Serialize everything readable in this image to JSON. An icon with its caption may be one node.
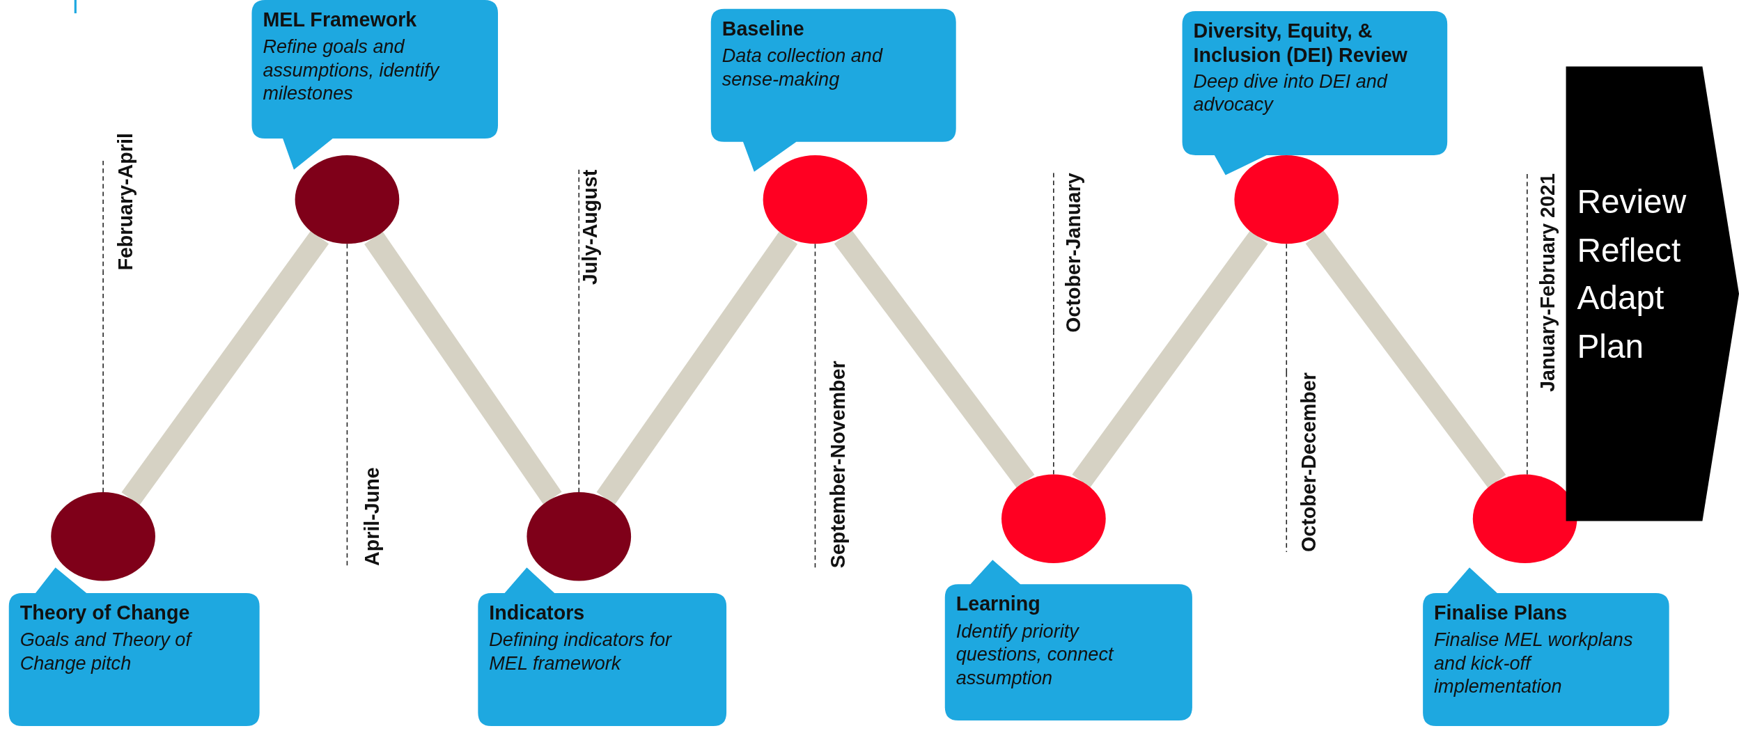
{
  "diagram": {
    "nodes": [
      {
        "text": [],
        "shape": "circle"
      },
      {
        "text": [],
        "shape": "circle"
      },
      {
        "text": [],
        "shape": "circle"
      },
      {
        "text": [],
        "shape": "circle"
      },
      {
        "text": [],
        "shape": "circle"
      },
      {
        "text": [],
        "shape": "circle"
      },
      {
        "text": [],
        "shape": "circle"
      },
      {
        "text": [
          "Theory of Change",
          "Goals and Theory of Change pitch"
        ]
      },
      {
        "text": [
          "MEL Framework",
          "Refine goals and assumptions, identify milestones"
        ]
      },
      {
        "text": [
          "Indicators",
          "Defining indicators for MEL framework"
        ]
      },
      {
        "text": [
          "Baseline",
          "Data collection and sense-making"
        ]
      },
      {
        "text": [
          "Learning",
          "Identify priority questions, connect assumption"
        ]
      },
      {
        "text": [
          "Diversity, Equity, & Inclusion (DEI) Review",
          "Deep dive into DEI and advocacy"
        ]
      },
      {
        "text": [
          "Finalise Plans",
          "Finalise MEL workplans and kick-off implementation"
        ]
      },
      {
        "text": [
          "Review Reflect Adapt Plan"
        ]
      },
      {
        "text": [
          "February-April"
        ]
      },
      {
        "text": [
          "April-June"
        ]
      },
      {
        "text": [
          "July-August"
        ]
      },
      {
        "text": [
          "September-November"
        ]
      },
      {
        "text": [
          "October-January"
        ]
      },
      {
        "text": [
          "October-December"
        ]
      },
      {
        "text": [
          "January-February 2021"
        ]
      }
    ],
    "edges": [
      {
        "from": 0,
        "to": 1,
        "arrow": "none",
        "style": "thick",
        "color": "#d6d2c4"
      },
      {
        "from": 1,
        "to": 2,
        "arrow": "none",
        "style": "thick",
        "color": "#d6d2c4"
      },
      {
        "from": 2,
        "to": 3,
        "arrow": "none",
        "style": "thick",
        "color": "#d6d2c4"
      },
      {
        "from": 3,
        "to": 4,
        "arrow": "none",
        "style": "thick",
        "color": "#d6d2c4"
      },
      {
        "from": 4,
        "to": 5,
        "arrow": "none",
        "style": "thick",
        "color": "#d6d2c4"
      },
      {
        "from": 5,
        "to": 6,
        "arrow": "none",
        "style": "thick",
        "color": "#d6d2c4"
      },
      {
        "from": 0,
        "to": 15,
        "arrow": "none",
        "style": "dashed"
      },
      {
        "from": 1,
        "to": 16,
        "arrow": "none",
        "style": "dashed"
      },
      {
        "from": 2,
        "to": 17,
        "arrow": "none",
        "style": "dashed"
      },
      {
        "from": 3,
        "to": 18,
        "arrow": "none",
        "style": "dashed"
      },
      {
        "from": 4,
        "to": 19,
        "arrow": "none",
        "style": "dashed"
      },
      {
        "from": 5,
        "to": 20,
        "arrow": "none",
        "style": "dashed"
      },
      {
        "from": 6,
        "to": 21,
        "arrow": "none",
        "style": "dashed"
      }
    ]
  }
}
